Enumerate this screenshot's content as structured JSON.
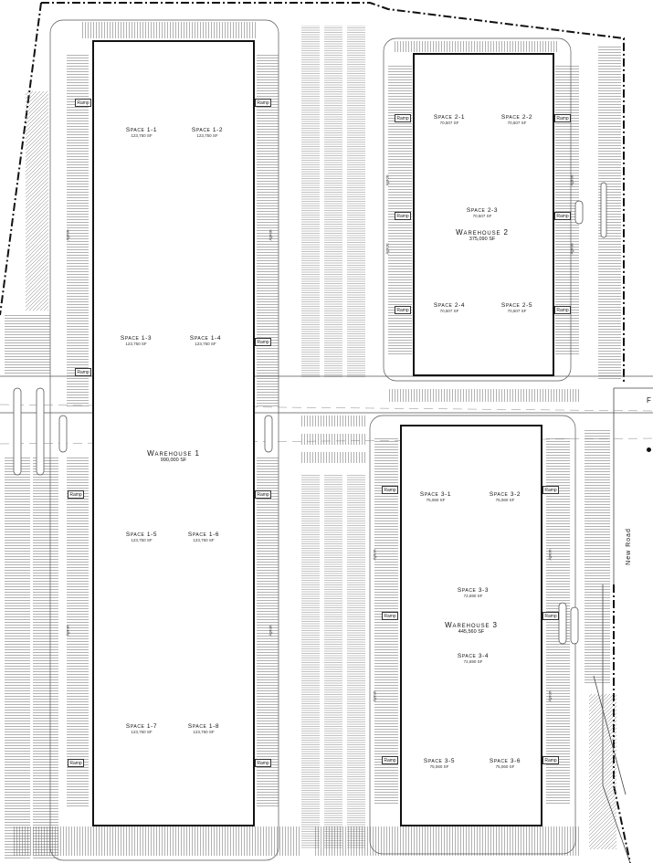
{
  "warehouses": [
    {
      "name": "Warehouse 1",
      "area": "990,000 SF"
    },
    {
      "name": "Warehouse 2",
      "area": "375,090 SF"
    },
    {
      "name": "Warehouse 3",
      "area": "445,560 SF"
    }
  ],
  "spaces_w1": [
    {
      "name": "Space 1-1",
      "area": "123,750 SF"
    },
    {
      "name": "Space 1-2",
      "area": "123,750 SF"
    },
    {
      "name": "Space 1-3",
      "area": "123,750 SF"
    },
    {
      "name": "Space 1-4",
      "area": "123,750 SF"
    },
    {
      "name": "Space 1-5",
      "area": "123,750 SF"
    },
    {
      "name": "Space 1-6",
      "area": "123,750 SF"
    },
    {
      "name": "Space 1-7",
      "area": "123,750 SF"
    },
    {
      "name": "Space 1-8",
      "area": "123,750 SF"
    }
  ],
  "spaces_w2": [
    {
      "name": "Space 2-1",
      "area": "70,507 SF"
    },
    {
      "name": "Space 2-2",
      "area": "70,507 SF"
    },
    {
      "name": "Space 2-3",
      "area": "70,507 SF"
    },
    {
      "name": "Space 2-4",
      "area": "70,507 SF"
    },
    {
      "name": "Space 2-5",
      "area": "70,507 SF"
    }
  ],
  "spaces_w3": [
    {
      "name": "Space 3-1",
      "area": "75,060 SF"
    },
    {
      "name": "Space 3-2",
      "area": "75,060 SF"
    },
    {
      "name": "Space 3-3",
      "area": "72,690 SF"
    },
    {
      "name": "Space 3-4",
      "area": "72,690 SF"
    },
    {
      "name": "Space 3-5",
      "area": "75,060 SF"
    },
    {
      "name": "Space 3-6",
      "area": "75,060 SF"
    }
  ],
  "ramp_label": "Ramp",
  "apron_label": "Apron",
  "road_label": "New Road",
  "edge_letter": "F"
}
